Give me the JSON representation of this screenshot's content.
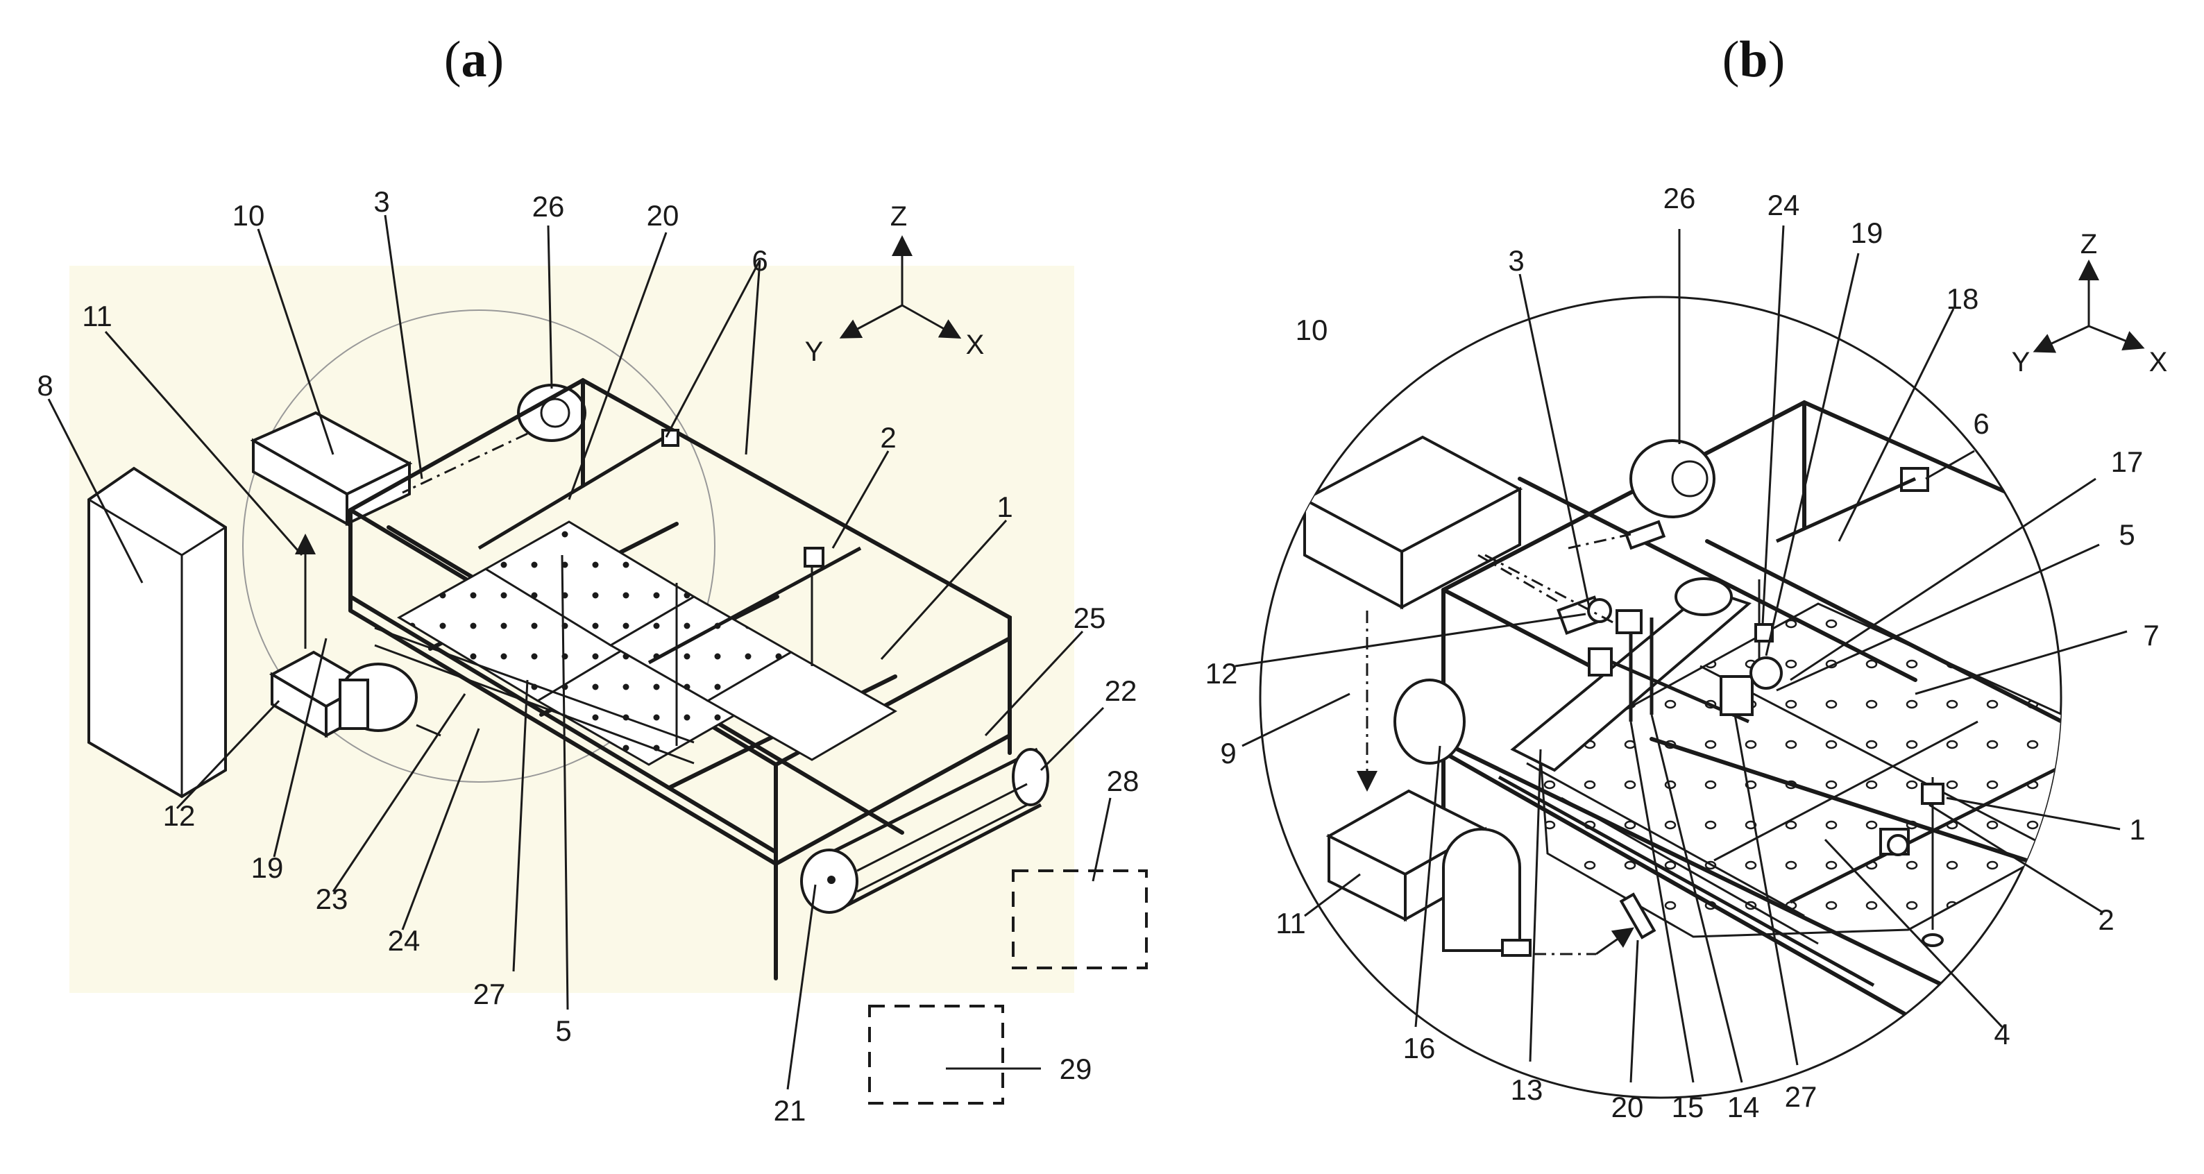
{
  "panels": {
    "a": {
      "title_open": "(",
      "title_letter": "a",
      "title_close": ")",
      "labels": [
        "1",
        "2",
        "3",
        "5",
        "6",
        "8",
        "10",
        "11",
        "12",
        "19",
        "20",
        "21",
        "22",
        "23",
        "24",
        "25",
        "26",
        "27",
        "28",
        "29"
      ],
      "axes": {
        "z": "Z",
        "y": "Y",
        "x": "X"
      },
      "background_color": "#fbf9e8"
    },
    "b": {
      "title_open": "(",
      "title_letter": "b",
      "title_close": ")",
      "labels": [
        "1",
        "2",
        "3",
        "4",
        "5",
        "6",
        "7",
        "9",
        "10",
        "11",
        "12",
        "13",
        "14",
        "15",
        "16",
        "17",
        "18",
        "19",
        "20",
        "24",
        "26",
        "27"
      ],
      "axes": {
        "z": "Z",
        "y": "Y",
        "x": "X"
      },
      "background_color": "#ffffff"
    }
  }
}
